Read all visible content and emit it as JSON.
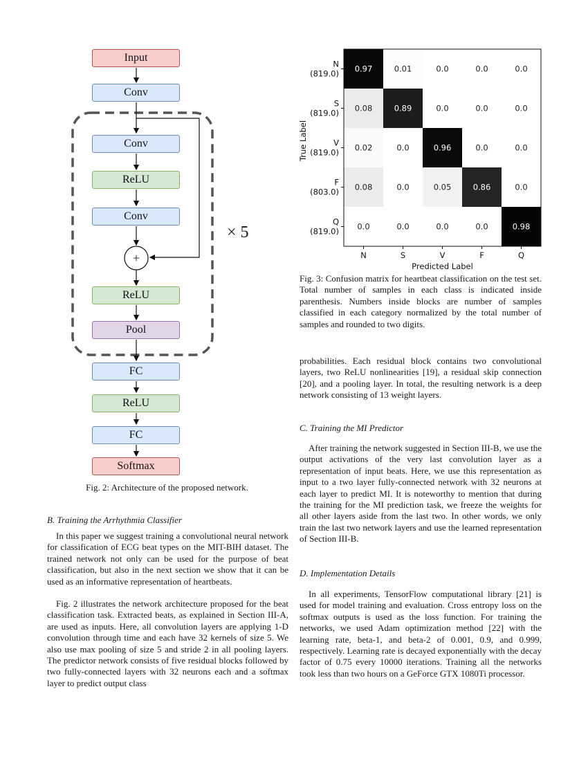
{
  "figure2": {
    "blocks": {
      "input": "Input",
      "conv1": "Conv",
      "res_conv1": "Conv",
      "res_relu1": "ReLU",
      "res_conv2": "Conv",
      "add_symbol": "+",
      "res_relu2": "ReLU",
      "pool": "Pool",
      "fc1": "FC",
      "relu3": "ReLU",
      "fc2": "FC",
      "softmax": "Softmax"
    },
    "repeat_label": "× 5",
    "caption": "Fig. 2: Architecture of the proposed network."
  },
  "chart_data": {
    "type": "heatmap",
    "ylabel": "True Label",
    "xlabel": "Predicted Label",
    "x_categories": [
      "N",
      "S",
      "V",
      "F",
      "Q"
    ],
    "y_categories": [
      "N",
      "S",
      "V",
      "F",
      "Q"
    ],
    "y_counts": [
      "(819.0)",
      "(819.0)",
      "(819.0)",
      "(803.0)",
      "(819.0)"
    ],
    "values": [
      [
        0.97,
        0.01,
        0.0,
        0.0,
        0.0
      ],
      [
        0.08,
        0.89,
        0.0,
        0.0,
        0.0
      ],
      [
        0.02,
        0.0,
        0.96,
        0.0,
        0.0
      ],
      [
        0.08,
        0.0,
        0.05,
        0.86,
        0.0
      ],
      [
        0.0,
        0.0,
        0.0,
        0.0,
        0.98
      ]
    ],
    "colormap": "greys"
  },
  "figure3": {
    "caption": "Fig. 3: Confusion matrix for heartbeat classification on the test set. Total number of samples in each class is indicated inside parenthesis. Numbers inside blocks are number of samples classified in each category normalized by the total number of samples and rounded to two digits."
  },
  "left_column": {
    "section_b_heading": "B. Training the Arrhythmia Classifier",
    "para1": "In this paper we suggest training a convolutional neural network for classification of ECG beat types on the MIT-BIH dataset. The trained network not only can be used for the purpose of beat classification, but also in the next section we show that it can be used as an informative representation of heartbeats.",
    "para2": "Fig. 2 illustrates the network architecture proposed for the beat classification task. Extracted beats, as explained in Section III-A, are used as inputs. Here, all convolution layers are applying 1-D convolution through time and each have 32 kernels of size 5. We also use max pooling of size 5 and stride 2 in all pooling layers. The predictor network consists of five residual blocks followed by two fully-connected layers with 32 neurons each and a softmax layer to predict output class"
  },
  "right_column": {
    "para_cont": "probabilities. Each residual block contains two convolutional layers, two ReLU nonlinearities [19], a residual skip connection [20], and a pooling layer. In total, the resulting network is a deep network consisting of 13 weight layers.",
    "section_c_heading": "C. Training the MI Predictor",
    "para_c": "After training the network suggested in Section III-B, we use the output activations of the very last convolution layer as a representation of input beats. Here, we use this representation as input to a two layer fully-connected network with 32 neurons at each layer to predict MI. It is noteworthy to mention that during the training for the MI prediction task, we freeze the weights for all other layers aside from the last two. In other words, we only train the last two network layers and use the learned representation of Section III-B.",
    "section_d_heading": "D. Implementation Details",
    "para_d": "In all experiments, TensorFlow computational library [21] is used for model training and evaluation. Cross entropy loss on the softmax outputs is used as the loss function. For training the networks, we used Adam optimization method [22] with the learning rate, beta-1, and beta-2 of 0.001, 0.9, and 0.999, respectively. Learning rate is decayed exponentially with the decay factor of 0.75 every 10000 iterations. Training all the networks took less than two hours on a GeForce GTX 1080Ti processor."
  }
}
